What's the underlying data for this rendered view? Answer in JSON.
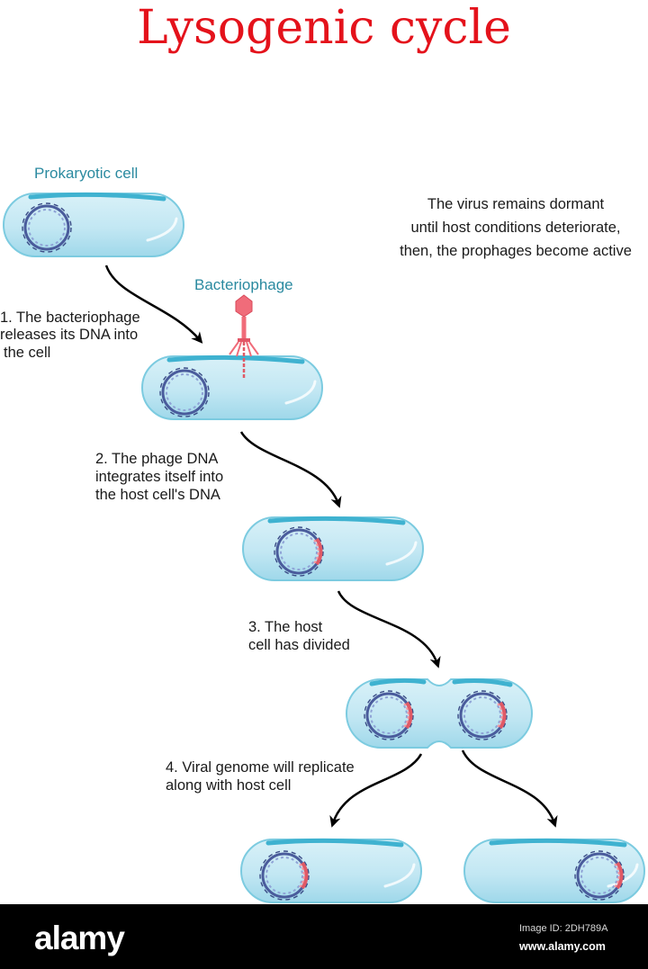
{
  "title": "Lysogenic cycle",
  "labels": {
    "prokaryotic_cell": "Prokaryotic cell",
    "bacteriophage": "Bacteriophage"
  },
  "note": {
    "line1": "The virus remains dormant",
    "line2": "until host conditions deteriorate,",
    "line3": "then, the prophages become active"
  },
  "steps": {
    "step1": {
      "line1": "1. The bacteriophage",
      "line2": "releases its DNA into",
      "line3": "the cell"
    },
    "step2": {
      "line1": "2. The phage DNA",
      "line2": "integrates itself into",
      "line3": "the host cell's DNA"
    },
    "step3": {
      "line1": "3. The host",
      "line2": "cell has divided"
    },
    "step4": {
      "line1": "4. Viral genome will replicate",
      "line2": "along with host cell"
    }
  },
  "footer": {
    "brand": "alamy",
    "image_id": "Image ID: 2DH789A",
    "site": "www.alamy.com"
  },
  "colors": {
    "title": "#e4121b",
    "teal_label": "#2b8aa0",
    "cell_fill": "#bfe6f2",
    "cell_border": "#5cc1d8",
    "dna_blue": "#4a5c9c",
    "viral_dna_red": "#e05a66",
    "phage_pink": "#f06c7a"
  }
}
